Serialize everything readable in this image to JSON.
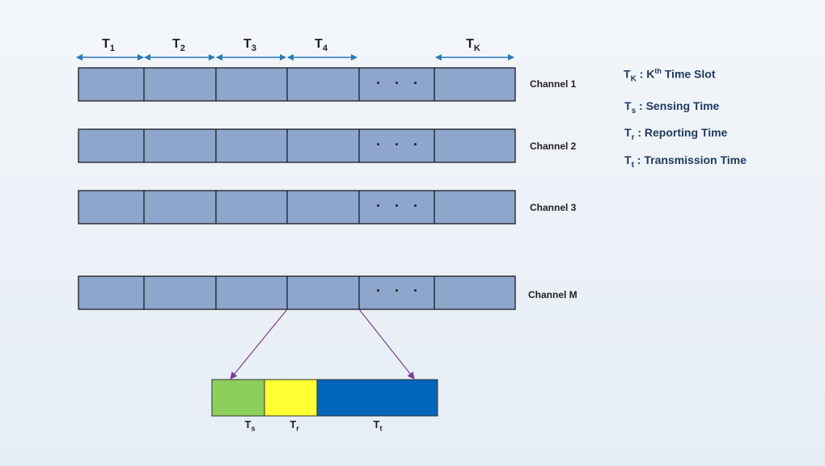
{
  "slot_headers": [
    {
      "main": "T",
      "sub": "1"
    },
    {
      "main": "T",
      "sub": "2"
    },
    {
      "main": "T",
      "sub": "3"
    },
    {
      "main": "T",
      "sub": "4"
    },
    {
      "main": "T",
      "sub": "K"
    }
  ],
  "channels": [
    {
      "label": "Channel 1",
      "dots": "· · ·"
    },
    {
      "label": "Channel 2",
      "dots": "· · ·"
    },
    {
      "label": "Channel 3",
      "dots": "· · ·"
    },
    {
      "label": "Channel M",
      "dots": "· · ·"
    }
  ],
  "legend": {
    "kth": {
      "main": "T",
      "sub": "K",
      "sep": " : K",
      "sup": "th",
      "rest": " Time Slot"
    },
    "sensing": {
      "main": "T",
      "sub": "s",
      "rest": " : Sensing Time"
    },
    "reporting": {
      "main": "T",
      "sub": "r",
      "rest": " : Reporting Time"
    },
    "transmission": {
      "main": "T",
      "sub": "t",
      "rest": " : Transmission Time"
    }
  },
  "segments": [
    {
      "main": "T",
      "sub": "s",
      "color": "#8ccf5a"
    },
    {
      "main": "T",
      "sub": "r",
      "color": "#ffff33"
    },
    {
      "main": "T",
      "sub": "t",
      "color": "#0066bb"
    }
  ],
  "colors": {
    "cell_fill": "#8ea6cc",
    "arrow_blue": "#2a7ab8",
    "arrow_purple": "#7a3d9a",
    "legend_text": "#1f3a5f"
  }
}
